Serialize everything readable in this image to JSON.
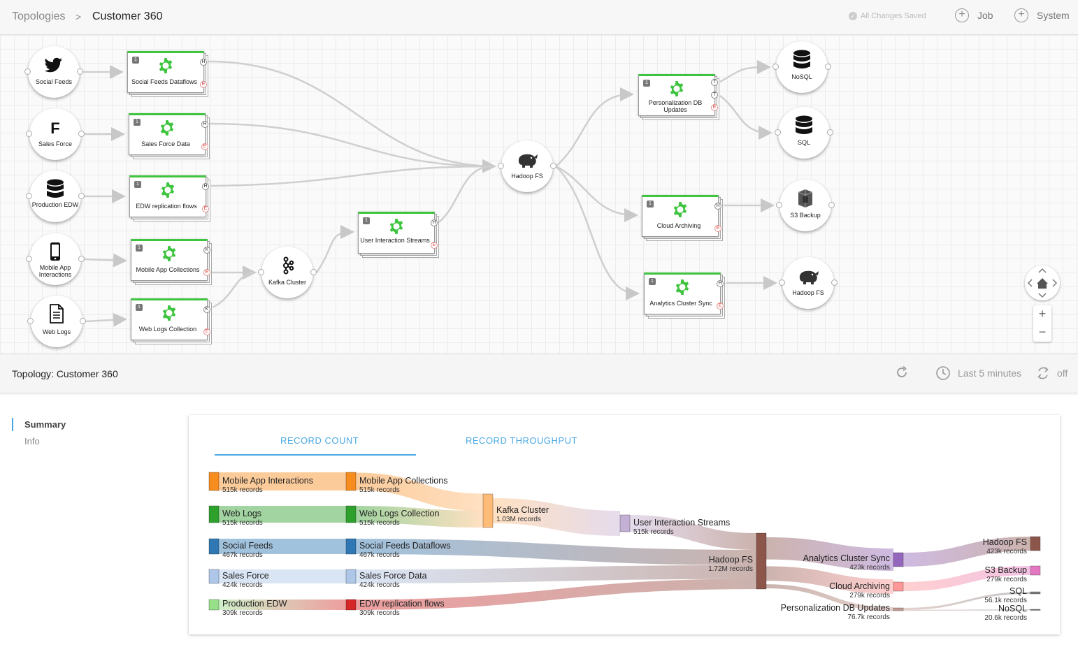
{
  "header": {
    "breadcrumb_root": "Topologies",
    "breadcrumb_sep": ">",
    "breadcrumb_current": "Customer 360",
    "save_status": "All Changes Saved",
    "add_job_label": "Job",
    "add_system_label": "System"
  },
  "canvas": {
    "sources": [
      {
        "label": "Social Feeds",
        "icon": "twitter-icon"
      },
      {
        "label": "Sales Force",
        "icon": "salesforce-icon"
      },
      {
        "label": "Production EDW",
        "icon": "database-icon"
      },
      {
        "label": "Mobile App Interactions",
        "icon": "mobile-icon"
      },
      {
        "label": "Web Logs",
        "icon": "document-icon"
      }
    ],
    "stages": [
      {
        "label": "Social Feeds Dataflows",
        "num": "1",
        "out": "H"
      },
      {
        "label": "Sales Force Data",
        "num": "1",
        "out": "H"
      },
      {
        "label": "EDW replication flows",
        "num": "1",
        "out": "H"
      },
      {
        "label": "Mobile App Collections",
        "num": "1",
        "out": "K"
      },
      {
        "label": "Web Logs Collection",
        "num": "1",
        "out": "K"
      },
      {
        "label": "User Interaction Streams",
        "num": "1",
        "out": "H"
      },
      {
        "label": "Personalization DB Updates",
        "num": "1",
        "out": "T"
      },
      {
        "label": "Cloud Archiving",
        "num": "1",
        "out": "H"
      },
      {
        "label": "Analytics Cluster Sync",
        "num": "1",
        "out": "H"
      }
    ],
    "error_badge": "E",
    "kafka": {
      "label": "Kafka Cluster",
      "icon": "kafka-icon"
    },
    "hadoop": {
      "label": "Hadoop FS",
      "icon": "hadoop-icon"
    },
    "destinations": [
      {
        "label": "NoSQL",
        "icon": "database-icon"
      },
      {
        "label": "SQL",
        "icon": "database-icon"
      },
      {
        "label": "S3 Backup",
        "icon": "s3-icon"
      },
      {
        "label": "Hadoop FS",
        "icon": "hadoop-icon"
      }
    ],
    "zoom_in": "+",
    "zoom_out": "−"
  },
  "topology_bar": {
    "title": "Topology: Customer 360",
    "time_range": "Last 5 minutes",
    "auto_refresh": "off"
  },
  "sidebar": {
    "items": [
      {
        "label": "Summary",
        "active": true
      },
      {
        "label": "Info",
        "active": false
      }
    ]
  },
  "tabs": {
    "record_count": "RECORD COUNT",
    "record_throughput": "RECORD THROUGHPUT"
  },
  "sankey": {
    "nodes": [
      {
        "id": "mai",
        "name": "Mobile App Interactions",
        "count": "515k records",
        "color": "#f78c1f"
      },
      {
        "id": "wl",
        "name": "Web Logs",
        "count": "515k records",
        "color": "#2ea02c"
      },
      {
        "id": "sf",
        "name": "Social Feeds",
        "count": "467k records",
        "color": "#2f78b4"
      },
      {
        "id": "sfo",
        "name": "Sales Force",
        "count": "424k records",
        "color": "#aec6e8"
      },
      {
        "id": "pedw",
        "name": "Production EDW",
        "count": "309k records",
        "color": "#98df8a"
      },
      {
        "id": "mac",
        "name": "Mobile App Collections",
        "count": "515k records",
        "color": "#f78c1f"
      },
      {
        "id": "wlc",
        "name": "Web Logs Collection",
        "count": "515k records",
        "color": "#2ea02c"
      },
      {
        "id": "sfd",
        "name": "Social Feeds Dataflows",
        "count": "467k records",
        "color": "#2f78b4"
      },
      {
        "id": "sfdata",
        "name": "Sales Force Data",
        "count": "424k records",
        "color": "#aec6e8"
      },
      {
        "id": "edw",
        "name": "EDW replication flows",
        "count": "309k records",
        "color": "#d62728"
      },
      {
        "id": "kafka",
        "name": "Kafka Cluster",
        "count": "1.03M records",
        "color": "#ffbb78"
      },
      {
        "id": "uis",
        "name": "User Interaction Streams",
        "count": "515k records",
        "color": "#c5b0d5"
      },
      {
        "id": "hdfs",
        "name": "Hadoop FS",
        "count": "1.72M records",
        "color": "#8c564b"
      },
      {
        "id": "acs",
        "name": "Analytics Cluster Sync",
        "count": "423k records",
        "color": "#9467bd"
      },
      {
        "id": "ca",
        "name": "Cloud Archiving",
        "count": "279k records",
        "color": "#ff9896"
      },
      {
        "id": "pdb",
        "name": "Personalization DB Updates",
        "count": "76.7k records",
        "color": "#c49c94"
      },
      {
        "id": "hdfs2",
        "name": "Hadoop FS",
        "count": "423k records",
        "color": "#8c564b"
      },
      {
        "id": "s3",
        "name": "S3 Backup",
        "count": "279k records",
        "color": "#e377c2"
      },
      {
        "id": "sql",
        "name": "SQL",
        "count": "56.1k records",
        "color": "#7f7f7f"
      },
      {
        "id": "nosql",
        "name": "NoSQL",
        "count": "20.6k records",
        "color": "#7f7f7f"
      }
    ],
    "links": [
      {
        "source": "mai",
        "target": "mac",
        "value": 515
      },
      {
        "source": "wl",
        "target": "wlc",
        "value": 515
      },
      {
        "source": "sf",
        "target": "sfd",
        "value": 467
      },
      {
        "source": "sfo",
        "target": "sfdata",
        "value": 424
      },
      {
        "source": "pedw",
        "target": "edw",
        "value": 309
      },
      {
        "source": "mac",
        "target": "kafka",
        "value": 515
      },
      {
        "source": "wlc",
        "target": "kafka",
        "value": 515
      },
      {
        "source": "kafka",
        "target": "uis",
        "value": 515
      },
      {
        "source": "uis",
        "target": "hdfs",
        "value": 515
      },
      {
        "source": "sfd",
        "target": "hdfs",
        "value": 467
      },
      {
        "source": "sfdata",
        "target": "hdfs",
        "value": 424
      },
      {
        "source": "edw",
        "target": "hdfs",
        "value": 309
      },
      {
        "source": "hdfs",
        "target": "acs",
        "value": 423
      },
      {
        "source": "hdfs",
        "target": "ca",
        "value": 279
      },
      {
        "source": "hdfs",
        "target": "pdb",
        "value": 76.7
      },
      {
        "source": "acs",
        "target": "hdfs2",
        "value": 423
      },
      {
        "source": "ca",
        "target": "s3",
        "value": 279
      },
      {
        "source": "pdb",
        "target": "sql",
        "value": 56.1
      },
      {
        "source": "pdb",
        "target": "nosql",
        "value": 20.6
      }
    ]
  }
}
